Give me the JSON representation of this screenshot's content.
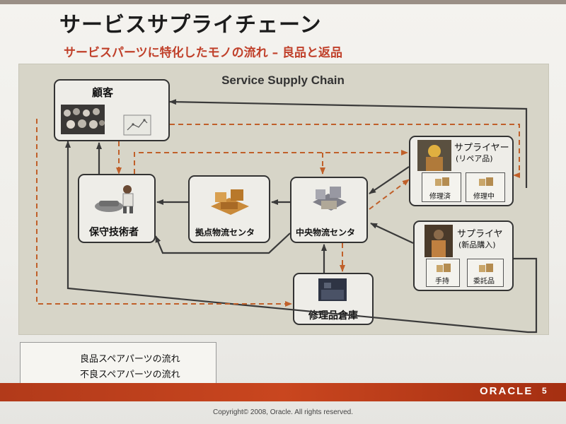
{
  "slide": {
    "title": "サービスサプライチェーン",
    "subtitle": "サービスパーツに特化したモノの流れ – 良品と返品",
    "page_number": "5",
    "logo_text": "ORACLE",
    "copyright": "Copyright© 2008, Oracle. All rights reserved."
  },
  "diagram": {
    "title": "Service Supply Chain",
    "nodes": {
      "customer": {
        "label": "顧客"
      },
      "technician": {
        "label": "保守技術者"
      },
      "local_center": {
        "label": "拠点物流センタ"
      },
      "central_center": {
        "label": "中央物流センタ"
      },
      "repair_warehouse": {
        "label": "修理品倉庫"
      },
      "supplier_repair": {
        "label": "サプライヤー",
        "sublabel": "(リペア品)",
        "items": [
          "修理済",
          "修理中"
        ]
      },
      "supplier_new": {
        "label": "サプライヤ",
        "sublabel": "(新品購入)",
        "items": [
          "手持",
          "委託品"
        ]
      }
    }
  },
  "legend": {
    "good": "良品スペアパーツの流れ",
    "defective": "不良スペアパーツの流れ"
  },
  "colors": {
    "good_flow": "#3a3a3a",
    "defective_flow": "#c0602a",
    "accent_red": "#c0402a"
  }
}
